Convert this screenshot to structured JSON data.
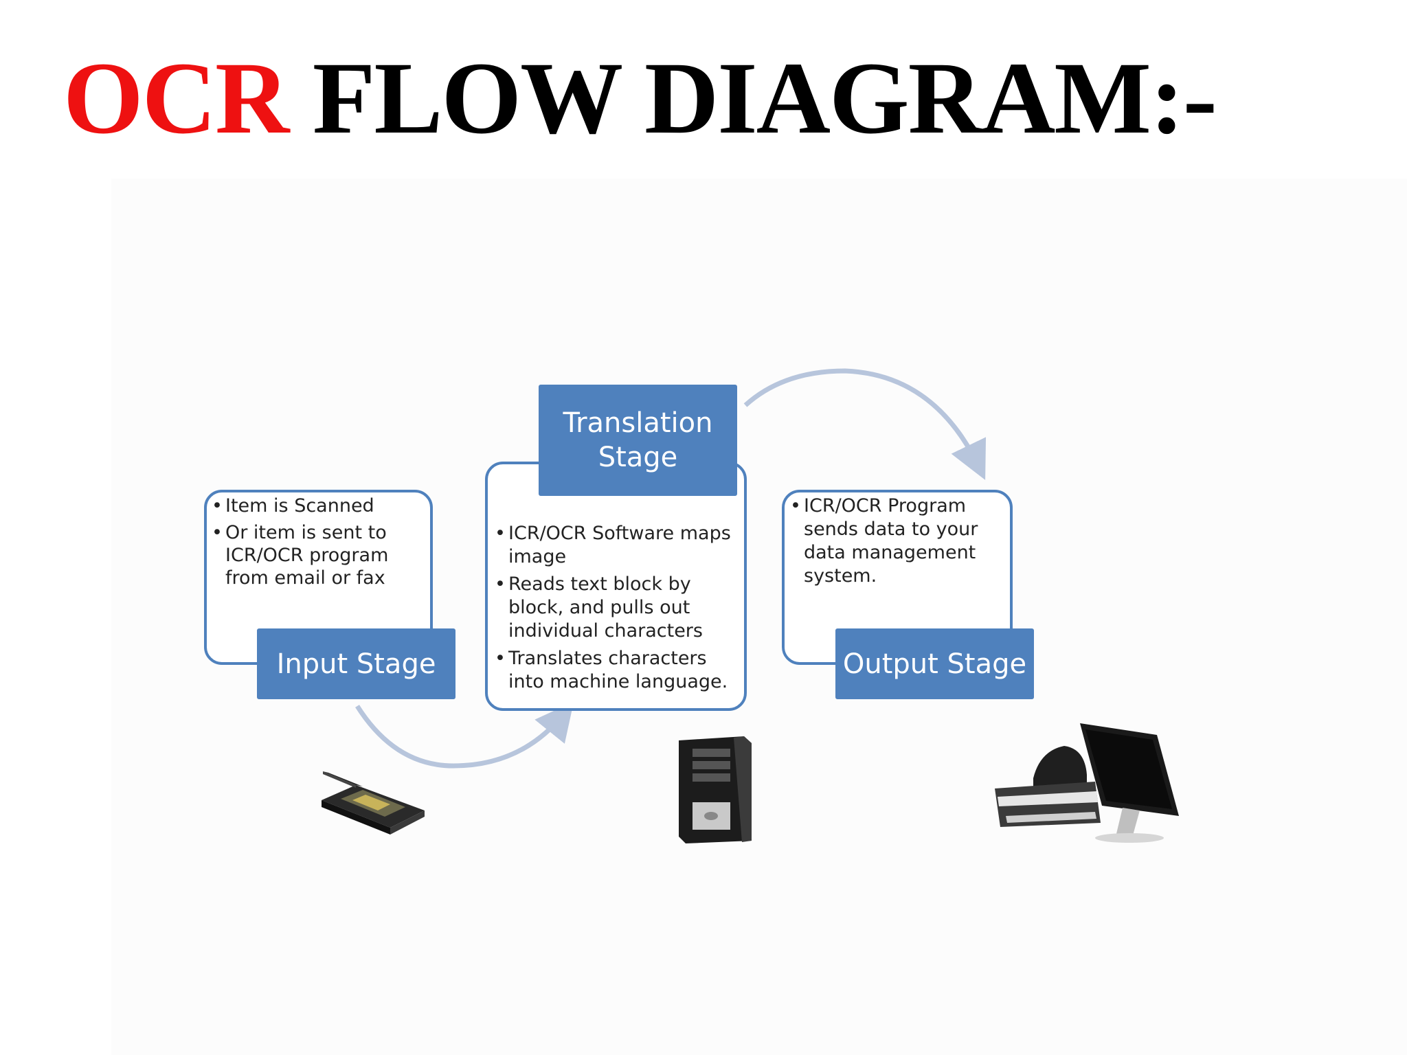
{
  "title": {
    "accent": "OCR",
    "rest": "FLOW DIAGRAM:-"
  },
  "colors": {
    "accent": "#ee1111",
    "stage_fill": "#4f81bd",
    "arrow": "#b7c5dc"
  },
  "stages": {
    "input": {
      "label": "Input Stage",
      "bullets": [
        "Item is Scanned",
        "Or item is sent to ICR/OCR program from email or fax"
      ]
    },
    "translation": {
      "label": "Translation Stage",
      "bullets": [
        "ICR/OCR Software maps image",
        "Reads text block by block, and pulls out individual characters",
        "Translates characters into machine language."
      ]
    },
    "output": {
      "label": "Output Stage",
      "bullets": [
        "ICR/OCR Program sends data to your data management system."
      ]
    }
  },
  "icons": [
    "scanner-icon",
    "computer-tower-icon",
    "monitor-printer-icon"
  ]
}
